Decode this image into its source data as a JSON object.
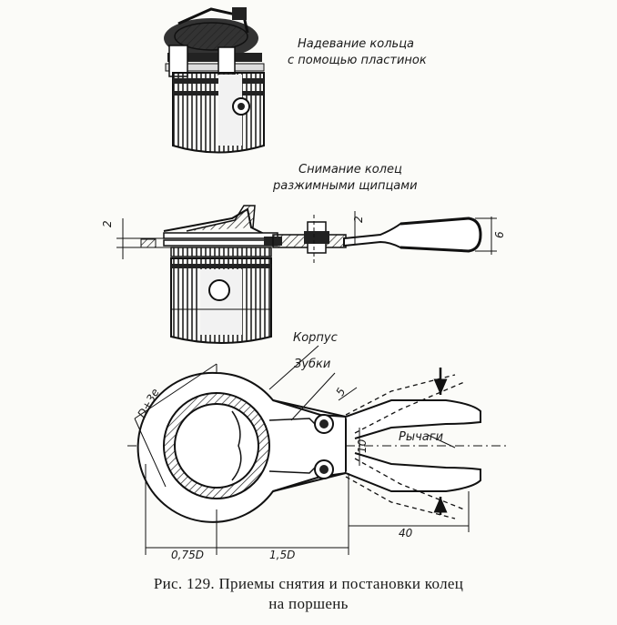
{
  "labels": {
    "top_line1": "Надевание кольца",
    "top_line2": "с помощью пластинок",
    "mid_line1": "Снимание колец",
    "mid_line2": "разжимными щипцами",
    "korpus": "Корпус",
    "zubki": "Зубки",
    "rychagi": "Рычаги"
  },
  "dimensions": {
    "d_left": "2",
    "d_mid": "2",
    "d_right": "6",
    "d_d3e": "D+3e",
    "d_5": "5",
    "d_10": "10",
    "d_075d": "0,75D",
    "d_15d": "1,5D",
    "d_40": "40"
  },
  "caption": {
    "line1": "Рис. 129. Приемы снятия и постановки колец",
    "line2": "на поршень"
  }
}
